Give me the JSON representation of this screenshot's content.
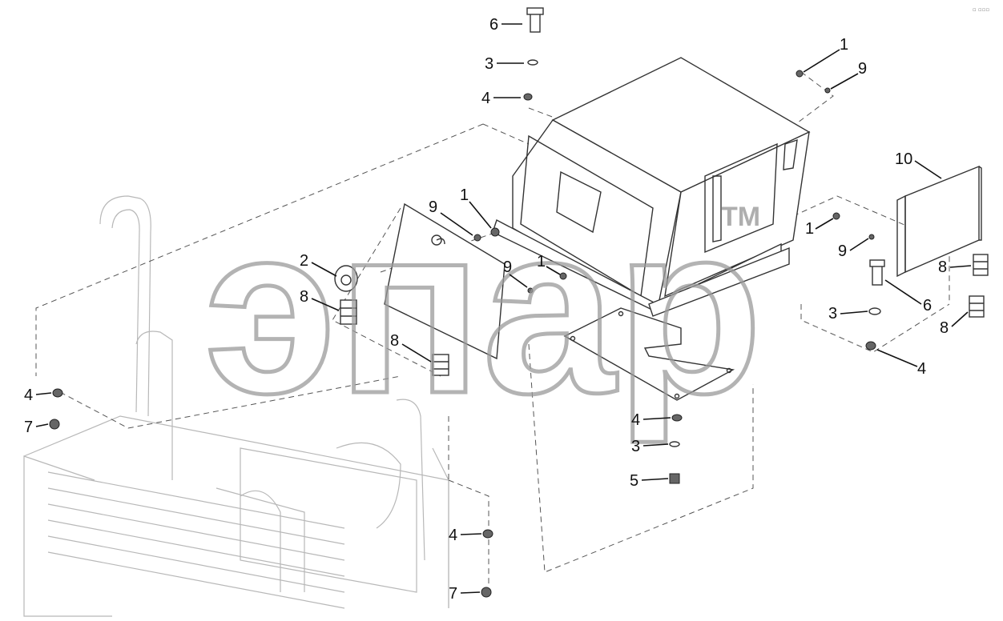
{
  "watermark": {
    "text": "эпар",
    "trademark": "TM"
  },
  "corner_mark": "▫ ▫▫▫",
  "callouts": [
    {
      "id": "c6-top",
      "num": "6"
    },
    {
      "id": "c3-top",
      "num": "3"
    },
    {
      "id": "c4-top",
      "num": "4"
    },
    {
      "id": "c1-top-right",
      "num": "1"
    },
    {
      "id": "c9-top-right",
      "num": "9"
    },
    {
      "id": "c10",
      "num": "10"
    },
    {
      "id": "c1-panel",
      "num": "1"
    },
    {
      "id": "c9-panel",
      "num": "9"
    },
    {
      "id": "c2",
      "num": "2"
    },
    {
      "id": "c8-left",
      "num": "8"
    },
    {
      "id": "c9-mid",
      "num": "9"
    },
    {
      "id": "c1-mid",
      "num": "1"
    },
    {
      "id": "c8-panel",
      "num": "8"
    },
    {
      "id": "c1-right",
      "num": "1"
    },
    {
      "id": "c9-right",
      "num": "9"
    },
    {
      "id": "c8-right-a",
      "num": "8"
    },
    {
      "id": "c6-right",
      "num": "6"
    },
    {
      "id": "c3-right",
      "num": "3"
    },
    {
      "id": "c8-right-b",
      "num": "8"
    },
    {
      "id": "c4-right",
      "num": "4"
    },
    {
      "id": "c4-left",
      "num": "4"
    },
    {
      "id": "c7-left",
      "num": "7"
    },
    {
      "id": "c4-bottom-center",
      "num": "4"
    },
    {
      "id": "c3-bottom-center",
      "num": "3"
    },
    {
      "id": "c5",
      "num": "5"
    },
    {
      "id": "c4-lower",
      "num": "4"
    },
    {
      "id": "c7-lower",
      "num": "7"
    }
  ]
}
